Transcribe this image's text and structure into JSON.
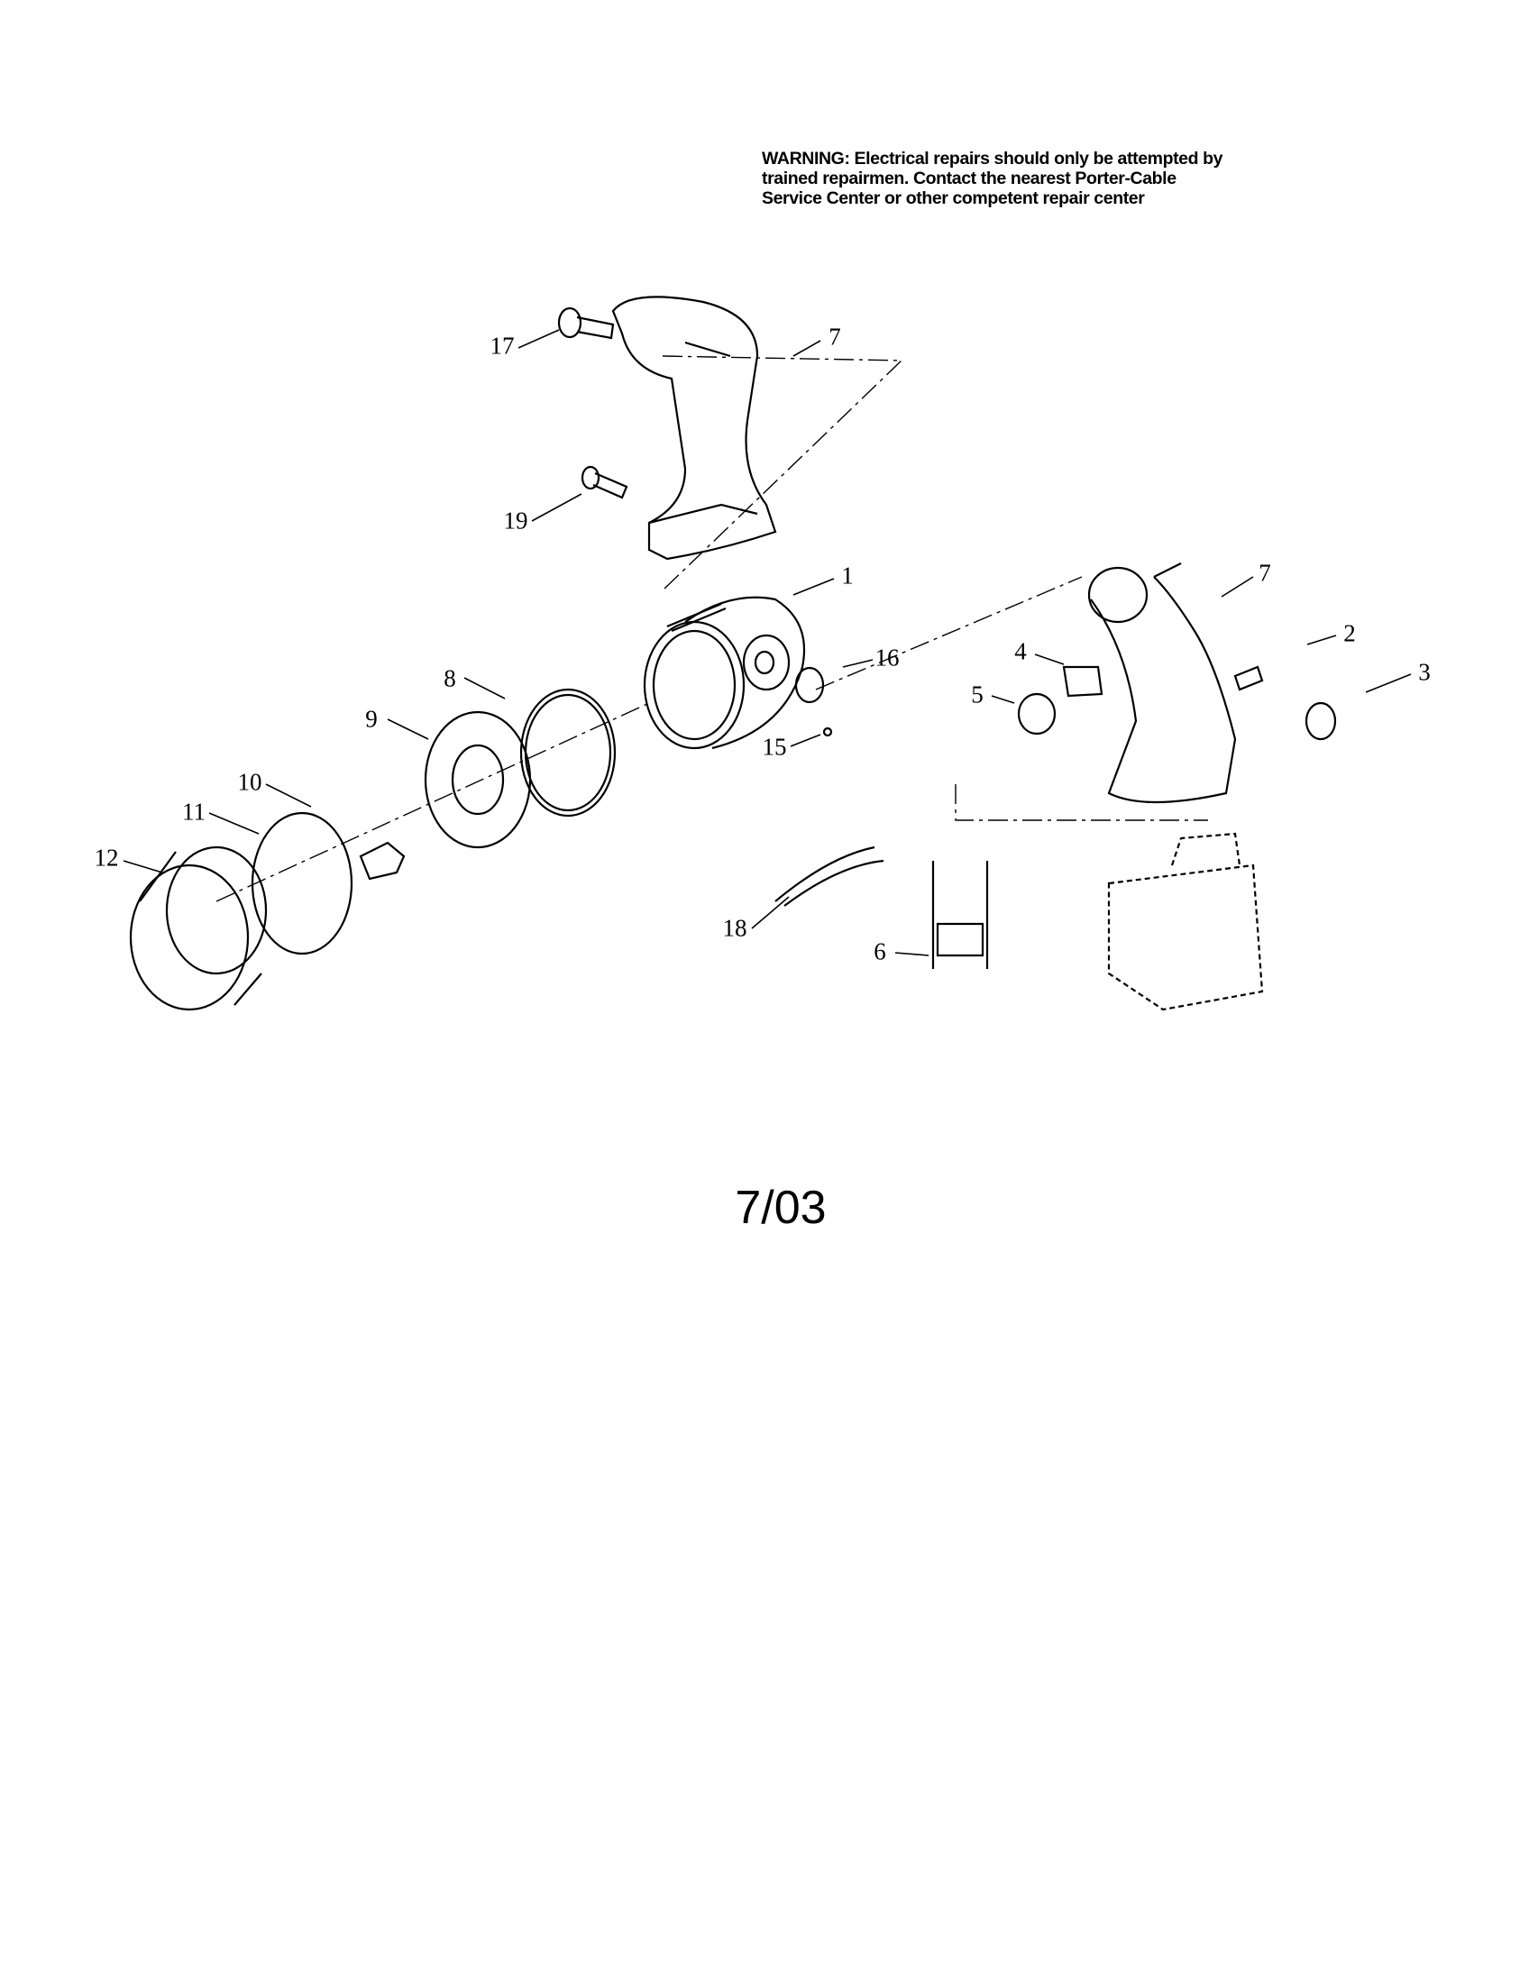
{
  "warning": {
    "lines": [
      "WARNING: Electrical repairs should only be attempted by",
      "trained repairmen. Contact the nearest Porter-Cable",
      "Service Center or other competent repair center"
    ]
  },
  "callouts": {
    "c17": "17",
    "c7a": "7",
    "c19": "19",
    "c1": "1",
    "c7b": "7",
    "c2": "2",
    "c3": "3",
    "c16": "16",
    "c4": "4",
    "c5": "5",
    "c15": "15",
    "c8": "8",
    "c9": "9",
    "c10": "10",
    "c11": "11",
    "c12": "12",
    "c18": "18",
    "c6": "6"
  },
  "footer": {
    "date": "7/03"
  }
}
